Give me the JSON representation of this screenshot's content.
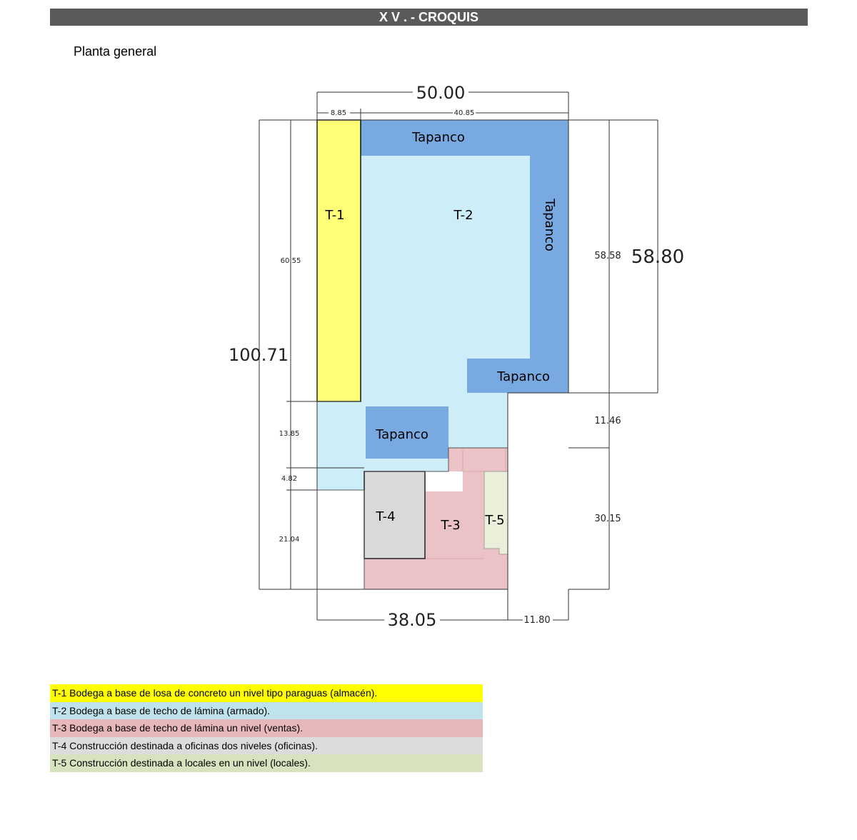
{
  "header": {
    "title": "X V . - CROQUIS"
  },
  "subtitle": "Planta general",
  "colors": {
    "t1": "#ffff77",
    "t2": "#cdeef9",
    "tapanco": "#78a9e0",
    "t3": "#ebc2c6",
    "t4": "#d9d9d9",
    "t5": "#e9efd8"
  },
  "plan": {
    "labels": {
      "t1": "T-1",
      "t2": "T-2",
      "t3": "T-3",
      "t4": "T-4",
      "t5": "T-5",
      "tapanco_top": "Tapanco",
      "tapanco_right": "Tapanco",
      "tapanco_mid": "Tapanco",
      "tapanco_low": "Tapanco"
    },
    "dimensions": {
      "total_top": "50.00",
      "top_left": "8.85",
      "top_right": "40.85",
      "total_left": "100.71",
      "left_1": "60.55",
      "left_2": "13.85",
      "left_3": "4.82",
      "left_4": "21.04",
      "right_inner": "58.58",
      "right_total": "58.80",
      "right_step": "11.46",
      "right_lower": "30.15",
      "bottom_total": "38.05",
      "bottom_right": "11.80"
    }
  },
  "legend": [
    {
      "text": "T-1  Bodega a base de losa de concreto un nivel tipo paraguas (almacén).",
      "color": "#ffff00"
    },
    {
      "text": "T-2  Bodega a base de techo de lámina (armado).",
      "color": "#bfe3ec"
    },
    {
      "text": "T-3  Bodega a base de techo de lámina un nivel (ventas).",
      "color": "#e8b7b9"
    },
    {
      "text": "T-4  Construcción destinada a oficinas dos niveles (oficinas).",
      "color": "#dcdcdc"
    },
    {
      "text": "T-5  Construcción destinada a locales en un nivel (locales).",
      "color": "#d7e3bf"
    }
  ]
}
